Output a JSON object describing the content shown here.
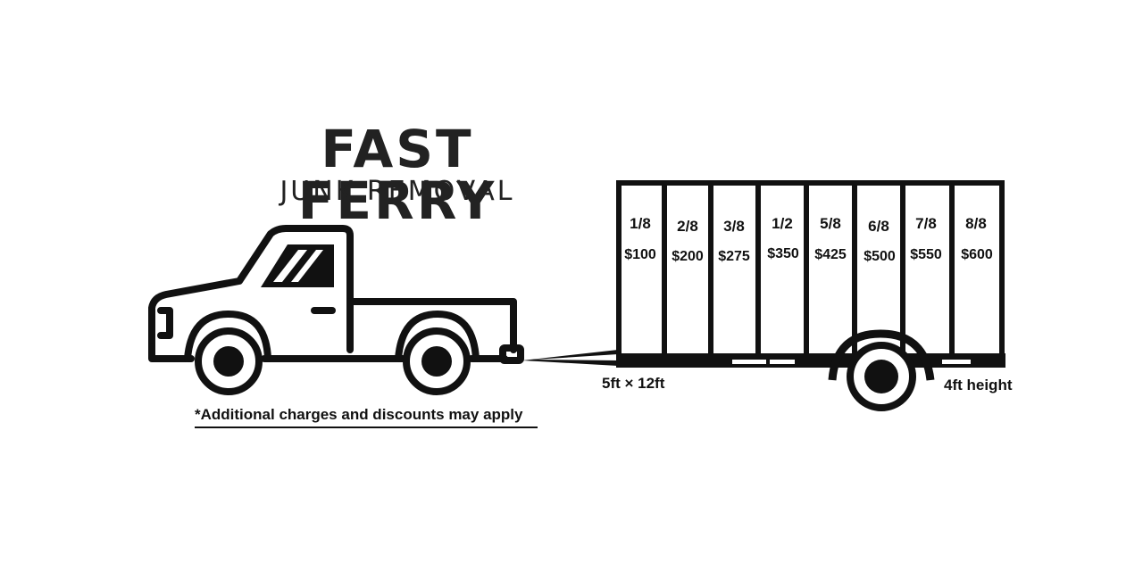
{
  "brand": {
    "title": "FAST FERRY",
    "subtitle": "JUNK REMOVAL"
  },
  "trailer": {
    "dimensions": "5ft × 12ft",
    "height": "4ft height",
    "sections": [
      {
        "fraction": "1/8",
        "price": "$100"
      },
      {
        "fraction": "2/8",
        "price": "$200"
      },
      {
        "fraction": "3/8",
        "price": "$275"
      },
      {
        "fraction": "1/2",
        "price": "$350"
      },
      {
        "fraction": "5/8",
        "price": "$425"
      },
      {
        "fraction": "6/8",
        "price": "$500"
      },
      {
        "fraction": "7/8",
        "price": "$550"
      },
      {
        "fraction": "8/8",
        "price": "$600"
      }
    ]
  },
  "footnote": "*Additional charges and discounts may apply",
  "icons": [
    "pickup-truck-icon",
    "trailer-icon"
  ],
  "colors": {
    "line": "#111111",
    "background": "#ffffff"
  }
}
